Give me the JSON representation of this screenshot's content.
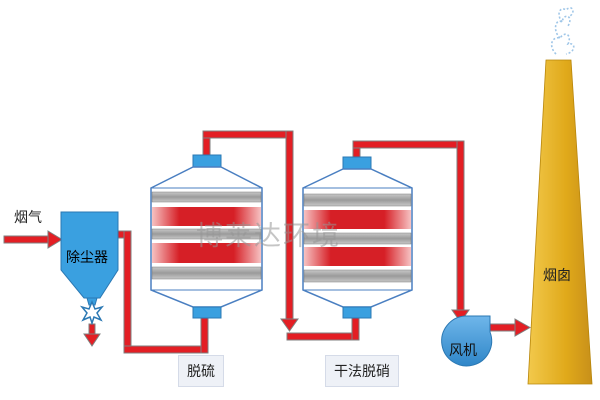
{
  "labels": {
    "flue_gas": "烟气",
    "dust_collector": "除尘器",
    "desulfurization": "脱硫",
    "dry_denitration": "干法脱硝",
    "fan": "风机",
    "chimney": "烟囱"
  },
  "watermark": "博莱达环境",
  "colors": {
    "pipe_red": "#e31e24",
    "pipe_outline": "#7f7f7f",
    "vessel_blue": "#3aa0e0",
    "vessel_white": "#ffffff",
    "vessel_edge": "#4a7fc1",
    "packing_gray": "#a6a6a6",
    "heating_band_red": "#d61f26",
    "chimney_yellow": "#e6b320",
    "smoke_blue": "#9fc6e8"
  },
  "icons": {
    "inlet_arrow": "arrow-right-icon",
    "dust_discharge": "starburst-icon",
    "discharge_arrow": "arrow-down-icon",
    "fan": "fan-icon",
    "smoke": "smoke-icon"
  }
}
